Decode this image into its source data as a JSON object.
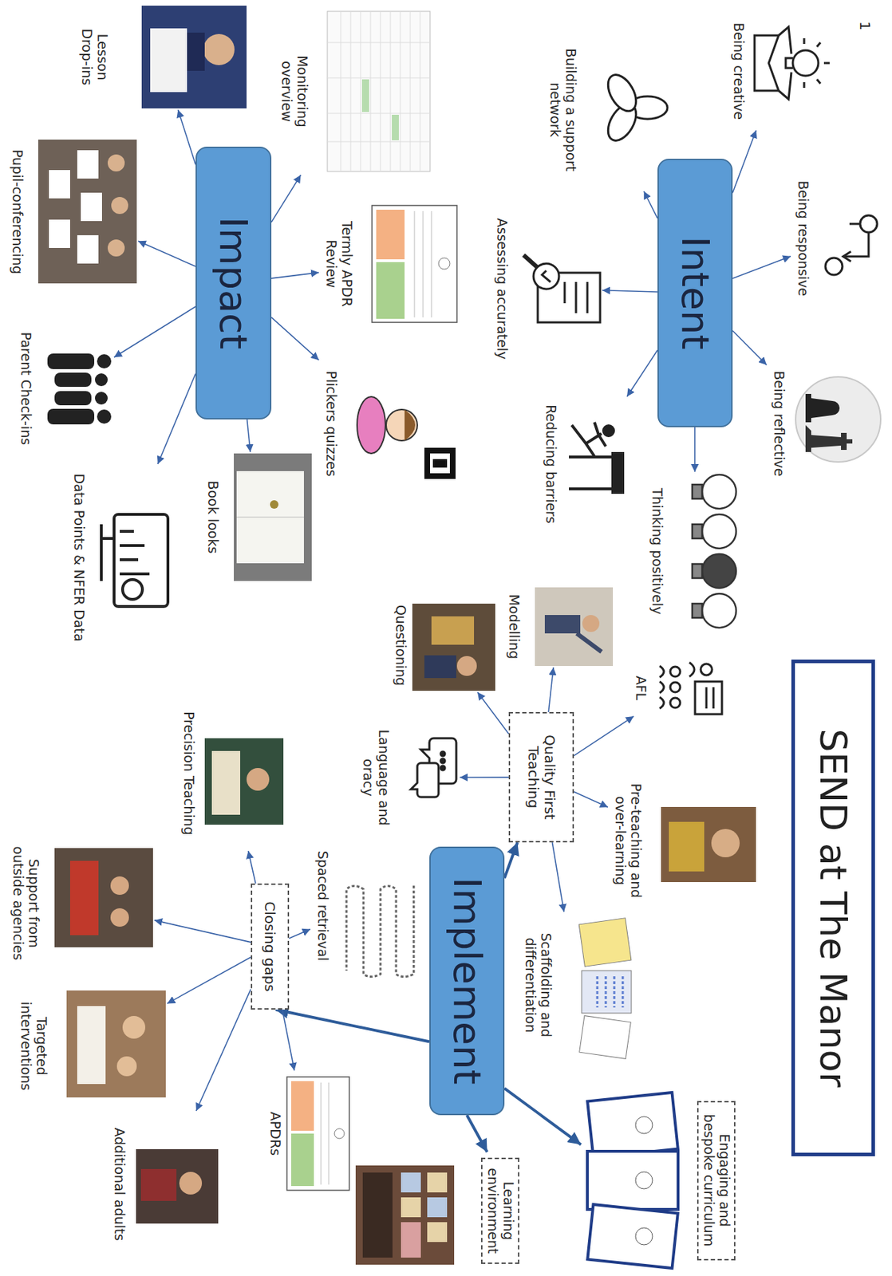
{
  "diagram": {
    "title": "SEND at The Manor",
    "nodes": [
      {
        "text": [
          "Intent"
        ]
      },
      {
        "text": [
          "Being creative"
        ]
      },
      {
        "text": [
          "Being responsive"
        ]
      },
      {
        "text": [
          "Being reflective"
        ]
      },
      {
        "text": [
          "Thinking positively"
        ]
      },
      {
        "text": [
          "Reducing barriers"
        ]
      },
      {
        "text": [
          "Assessing accurately"
        ]
      },
      {
        "text": [
          "Building a support network"
        ]
      },
      {
        "text": [
          "Impact"
        ]
      },
      {
        "text": [
          "Monitoring overview"
        ]
      },
      {
        "text": [
          "Lesson Drop-ins"
        ]
      },
      {
        "text": [
          "Termly APDR Review"
        ]
      },
      {
        "text": [
          "Pupil-conferencing"
        ]
      },
      {
        "text": [
          "Plickers quizzes"
        ]
      },
      {
        "text": [
          "Parent Check-ins"
        ]
      },
      {
        "text": [
          "Book looks"
        ]
      },
      {
        "text": [
          "Data Points & NFER Data"
        ]
      },
      {
        "text": [
          "Implement"
        ]
      },
      {
        "text": [
          "Quality First Teaching"
        ]
      },
      {
        "text": [
          "AFL"
        ]
      },
      {
        "text": [
          "Pre-teaching and over-learning"
        ]
      },
      {
        "text": [
          "Scaffolding and differentiation"
        ]
      },
      {
        "text": [
          "Language and oracy"
        ]
      },
      {
        "text": [
          "Questioning"
        ]
      },
      {
        "text": [
          "Modelling"
        ]
      },
      {
        "text": [
          "Closing gaps"
        ]
      },
      {
        "text": [
          "Spaced retrieval"
        ]
      },
      {
        "text": [
          "Precision Teaching"
        ]
      },
      {
        "text": [
          "Support from outside agencies"
        ]
      },
      {
        "text": [
          "Targeted interventions"
        ]
      },
      {
        "text": [
          "Additional adults"
        ]
      },
      {
        "text": [
          "APDRs"
        ]
      },
      {
        "text": [
          "Engaging and bespoke curriculum"
        ]
      },
      {
        "text": [
          "Learning environment"
        ]
      }
    ],
    "edges": [
      {
        "from": 0,
        "to": 1,
        "arrow": "to"
      },
      {
        "from": 0,
        "to": 2,
        "arrow": "to"
      },
      {
        "from": 0,
        "to": 3,
        "arrow": "to"
      },
      {
        "from": 0,
        "to": 4,
        "arrow": "to"
      },
      {
        "from": 0,
        "to": 5,
        "arrow": "to"
      },
      {
        "from": 0,
        "to": 6,
        "arrow": "to"
      },
      {
        "from": 0,
        "to": 7,
        "arrow": "to"
      },
      {
        "from": 8,
        "to": 9,
        "arrow": "to"
      },
      {
        "from": 8,
        "to": 10,
        "arrow": "to"
      },
      {
        "from": 8,
        "to": 11,
        "arrow": "to"
      },
      {
        "from": 8,
        "to": 12,
        "arrow": "to"
      },
      {
        "from": 8,
        "to": 13,
        "arrow": "to"
      },
      {
        "from": 8,
        "to": 14,
        "arrow": "to"
      },
      {
        "from": 8,
        "to": 15,
        "arrow": "to"
      },
      {
        "from": 8,
        "to": 16,
        "arrow": "to"
      },
      {
        "from": 17,
        "to": 18,
        "arrow": "to"
      },
      {
        "from": 17,
        "to": 25,
        "arrow": "to"
      },
      {
        "from": 17,
        "to": 32,
        "arrow": "to"
      },
      {
        "from": 17,
        "to": 33,
        "arrow": "to"
      },
      {
        "from": 18,
        "to": 19,
        "arrow": "to"
      },
      {
        "from": 18,
        "to": 20,
        "arrow": "to"
      },
      {
        "from": 18,
        "to": 21,
        "arrow": "to"
      },
      {
        "from": 18,
        "to": 22,
        "arrow": "to"
      },
      {
        "from": 18,
        "to": 23,
        "arrow": "to"
      },
      {
        "from": 18,
        "to": 24,
        "arrow": "to"
      },
      {
        "from": 25,
        "to": 26,
        "arrow": "to"
      },
      {
        "from": 25,
        "to": 27,
        "arrow": "to"
      },
      {
        "from": 25,
        "to": 28,
        "arrow": "to"
      },
      {
        "from": 25,
        "to": 29,
        "arrow": "to"
      },
      {
        "from": 25,
        "to": 30,
        "arrow": "to"
      },
      {
        "from": 25,
        "to": 31,
        "arrow": "to"
      }
    ],
    "labels": [
      "1"
    ]
  }
}
